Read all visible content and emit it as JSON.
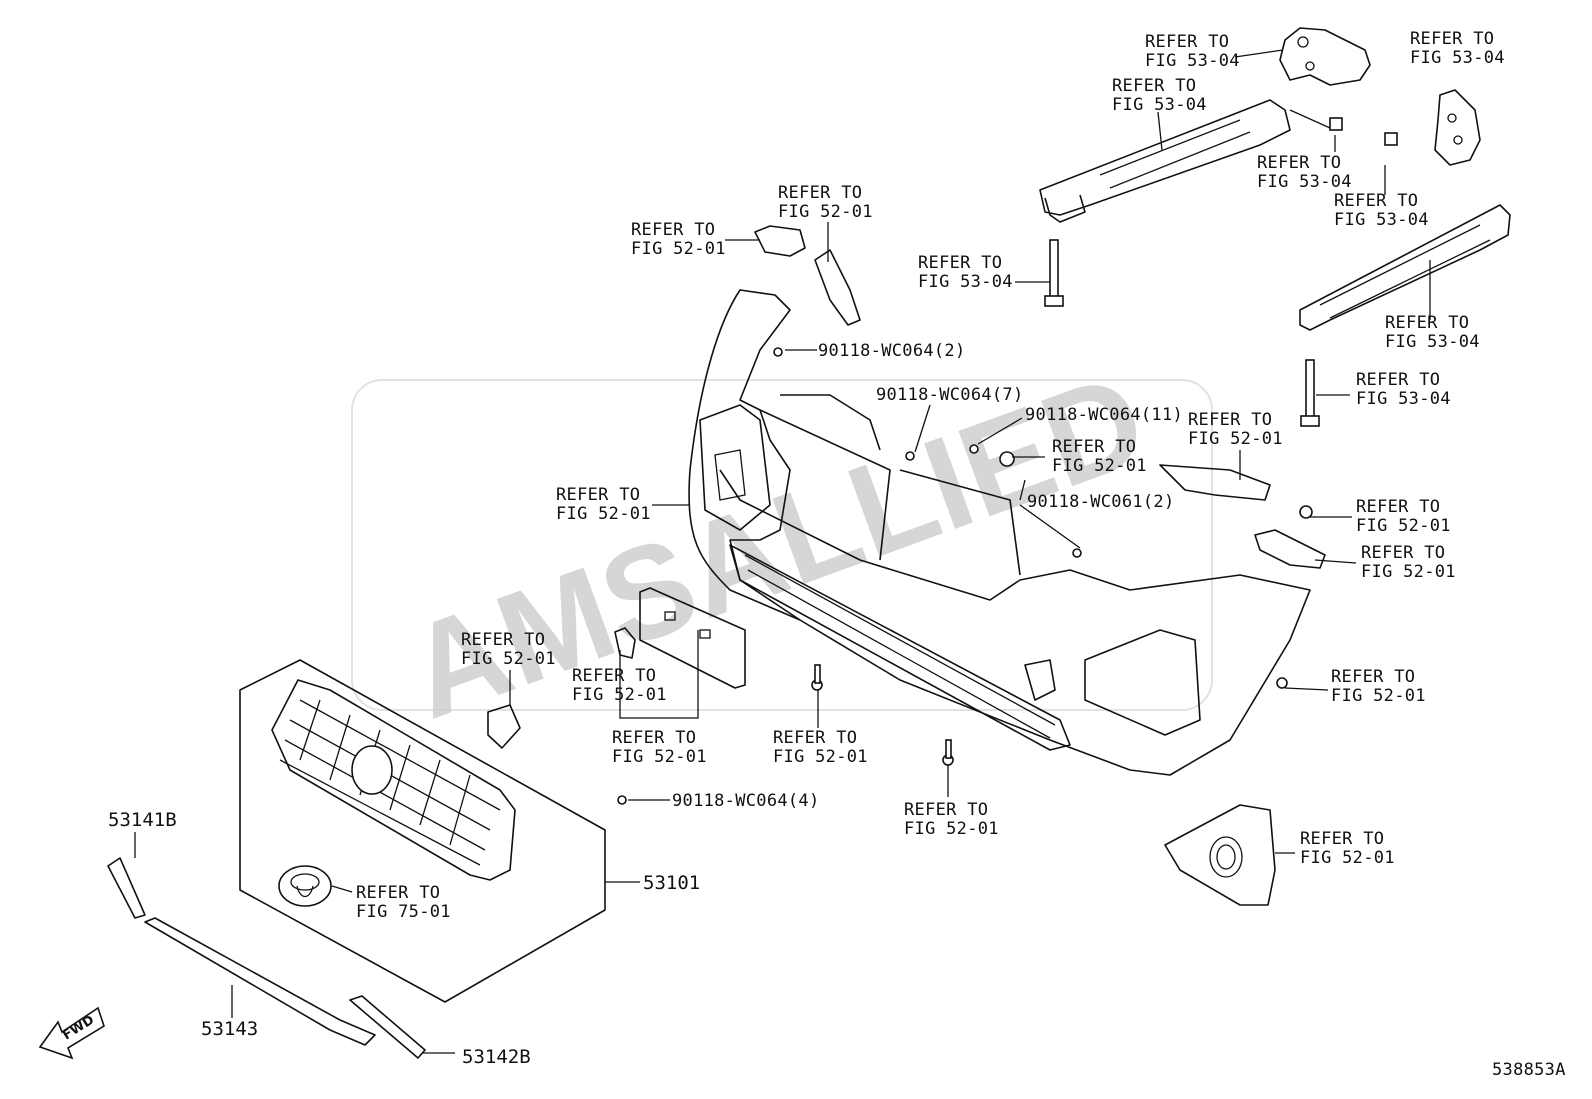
{
  "diagram_id": "538853A",
  "watermark": "AMSALLIED",
  "fwd_label": "FWD",
  "refer": {
    "r5304": [
      "REFER TO",
      "FIG 53-04"
    ],
    "r5201": [
      "REFER TO",
      "FIG 52-01"
    ],
    "r7501": [
      "REFER TO",
      "FIG 75-01"
    ]
  },
  "parts": {
    "p53101": "53101",
    "p53141B": "53141B",
    "p53142B": "53142B",
    "p53143": "53143"
  },
  "fasteners": {
    "f1": "90118-WC064(2)",
    "f2": "90118-WC064(7)",
    "f3": "90118-WC064(11)",
    "f4": "90118-WC061(2)",
    "f5": "90118-WC064(4)"
  }
}
